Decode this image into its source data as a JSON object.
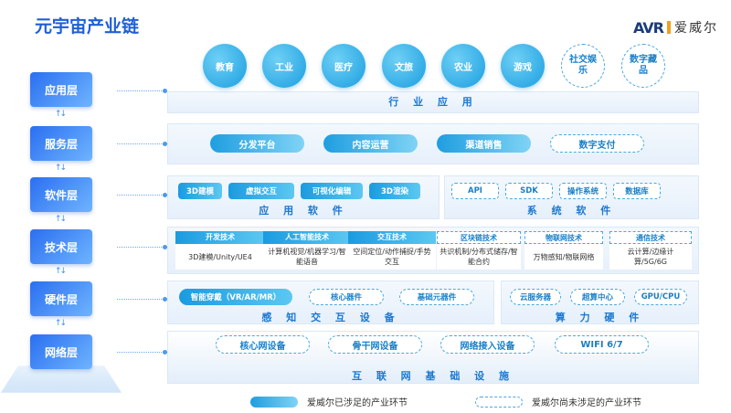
{
  "title": "元宇宙产业链",
  "logo": {
    "mark": "AVR",
    "name": "爱威尔"
  },
  "layers": [
    "应用层",
    "服务层",
    "软件层",
    "技术层",
    "硬件层",
    "网络层"
  ],
  "app": {
    "label": "行 业 应 用",
    "items": [
      {
        "t": "教育",
        "d": false
      },
      {
        "t": "工业",
        "d": false
      },
      {
        "t": "医疗",
        "d": false
      },
      {
        "t": "文旅",
        "d": false
      },
      {
        "t": "农业",
        "d": false
      },
      {
        "t": "游戏",
        "d": false
      },
      {
        "t": "社交娱乐",
        "d": true
      },
      {
        "t": "数字藏品",
        "d": true
      }
    ]
  },
  "service": {
    "items": [
      {
        "t": "分发平台",
        "d": false
      },
      {
        "t": "内容运营",
        "d": false
      },
      {
        "t": "渠道销售",
        "d": false
      },
      {
        "t": "数字支付",
        "d": true
      }
    ]
  },
  "software": {
    "app_label": "应 用 软 件",
    "app_items": [
      "3D建模",
      "虚拟交互",
      "可视化编辑",
      "3D渲染"
    ],
    "sys_label": "系 统 软 件",
    "sys_items": [
      "API",
      "SDK",
      "操作系统",
      "数据库"
    ]
  },
  "tech": [
    {
      "h": "开发技术",
      "b": "3D建模/Unity/UE4",
      "d": false
    },
    {
      "h": "人工智能技术",
      "b": "计算机视觉/机器学习/智能语音",
      "d": false
    },
    {
      "h": "交互技术",
      "b": "空间定位/动作捕捉/手势交互",
      "d": false
    },
    {
      "h": "区块链技术",
      "b": "共识机制/分布式储存/智能合约",
      "d": true
    },
    {
      "h": "物联网技术",
      "b": "万物感知/物联网络",
      "d": true
    },
    {
      "h": "通信技术",
      "b": "云计算/边缘计算/5G/6G",
      "d": true
    }
  ],
  "hardware": {
    "left_label": "感 知 交 互 设 备",
    "left_items": [
      {
        "t": "智能穿戴（VR/AR/MR）",
        "d": false
      },
      {
        "t": "核心器件",
        "d": true
      },
      {
        "t": "基础元器件",
        "d": true
      }
    ],
    "right_label": "算 力 硬 件",
    "right_items": [
      "云服务器",
      "超算中心",
      "GPU/CPU"
    ]
  },
  "network": {
    "label": "互 联 网 基 础 设 施",
    "items": [
      "核心网设备",
      "骨干网设备",
      "网络接入设备",
      "WIFI 6/7"
    ]
  },
  "legend": {
    "involved": "爱威尔已涉足的产业环节",
    "not_involved": "爱威尔尚未涉足的产业环节"
  }
}
